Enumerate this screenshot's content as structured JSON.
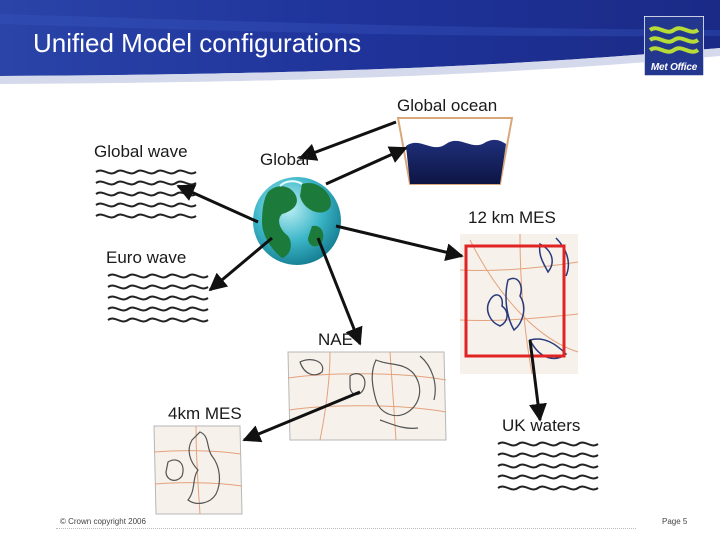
{
  "header": {
    "title": "Unified Model configurations",
    "logo_text": "Met Office",
    "colors": {
      "band": "#1d2f8e",
      "band_light": "#3550b5",
      "logo_wave": "#b7dc38"
    }
  },
  "diagram": {
    "labels": {
      "global_ocean": "Global ocean",
      "global_wave": "Global wave",
      "global": "Global",
      "mes_12km": "12 km MES",
      "euro_wave": "Euro wave",
      "nae": "NAE",
      "mes_4km": "4km MES",
      "uk_waters": "UK waters"
    },
    "icons": {
      "globe": "globe-icon",
      "ocean": "ocean-basin-icon",
      "waves": "wave-lines-icon",
      "map": "map-domain-icon"
    }
  },
  "footer": {
    "copyright": "© Crown copyright 2006",
    "page": "Page 5"
  }
}
